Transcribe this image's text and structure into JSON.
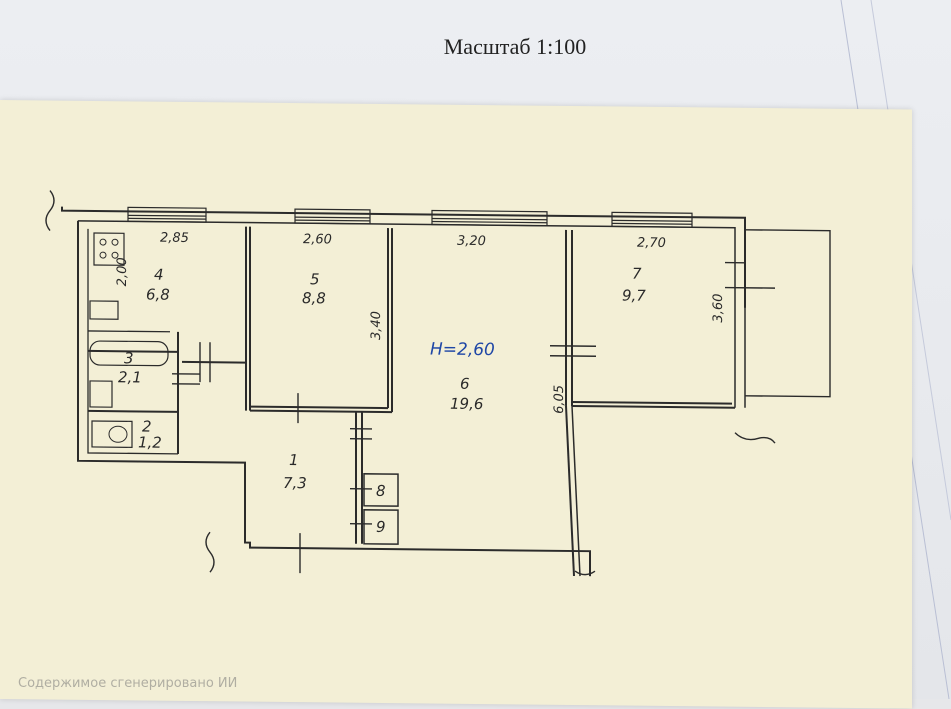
{
  "header": {
    "scale_label": "Масштаб 1:100"
  },
  "plan": {
    "height_label": "H=2,60",
    "dimensions": {
      "room4_width": "2,85",
      "room5_width": "2,60",
      "room6_width": "3,20",
      "room7_width": "2,70",
      "room4_depth": "2,00",
      "room5_depth": "3,40",
      "room6_depth": "6,05",
      "room7_depth": "3,60"
    },
    "rooms": [
      {
        "number": "1",
        "area": "7,3"
      },
      {
        "number": "2",
        "area": "1,2"
      },
      {
        "number": "3",
        "area": "2,1"
      },
      {
        "number": "4",
        "area": "6,8"
      },
      {
        "number": "5",
        "area": "8,8"
      },
      {
        "number": "6",
        "area": "19,6"
      },
      {
        "number": "7",
        "area": "9,7"
      },
      {
        "number": "8",
        "area": ""
      },
      {
        "number": "9",
        "area": ""
      }
    ]
  },
  "watermark": "Содержимое сгенерировано ИИ"
}
